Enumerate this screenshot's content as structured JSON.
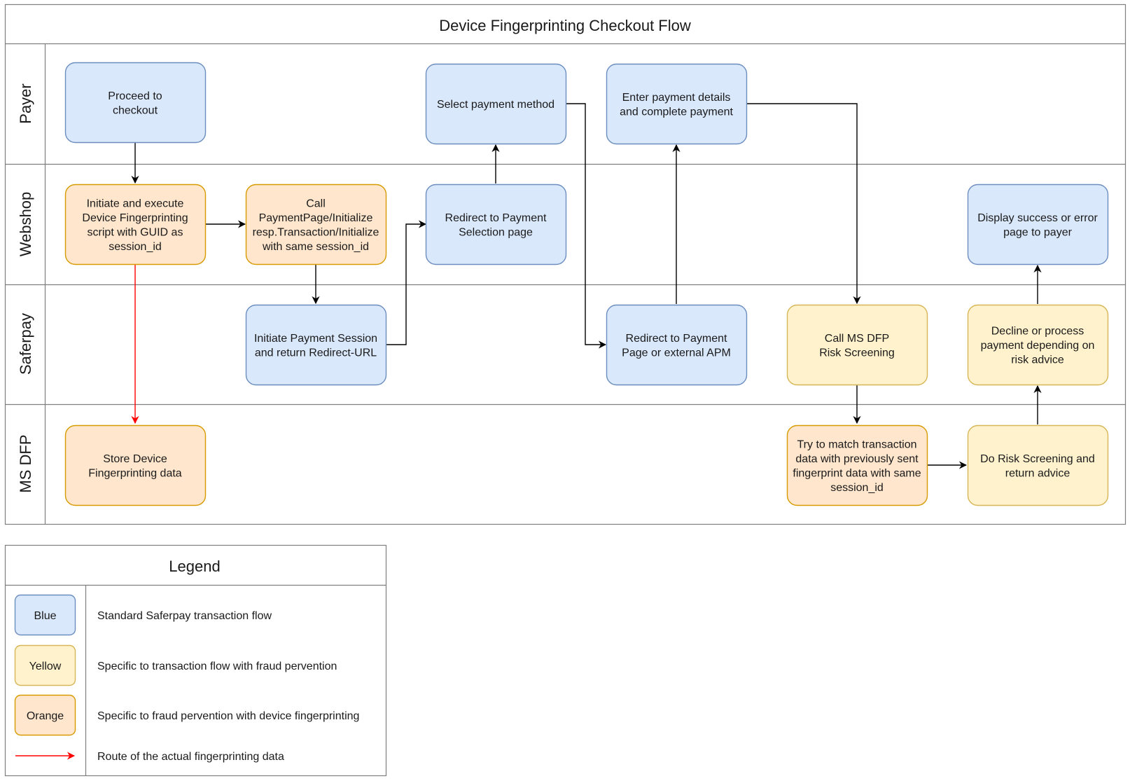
{
  "diagram": {
    "title": "Device Fingerprinting Checkout Flow",
    "lanes": [
      {
        "id": "payer",
        "label": "Payer"
      },
      {
        "id": "webshop",
        "label": "Webshop"
      },
      {
        "id": "saferpay",
        "label": "Saferpay"
      },
      {
        "id": "msdfp",
        "label": "MS DFP"
      }
    ],
    "nodes": [
      {
        "id": "proceed",
        "color": "blue",
        "lines": [
          "Proceed to",
          "checkout"
        ]
      },
      {
        "id": "select_method",
        "color": "blue",
        "lines": [
          "Select payment method"
        ]
      },
      {
        "id": "enter_details",
        "color": "blue",
        "lines": [
          "Enter payment details",
          "and complete payment"
        ]
      },
      {
        "id": "init_dfp",
        "color": "orange",
        "lines": [
          "Initiate and execute",
          "Device Fingerprinting",
          "script with GUID as",
          "session_id"
        ]
      },
      {
        "id": "call_pp",
        "color": "orange",
        "lines": [
          "Call",
          "PaymentPage/Initialize",
          "resp.Transaction/Initialize",
          "with same session_id"
        ]
      },
      {
        "id": "redirect_selection",
        "color": "blue",
        "lines": [
          "Redirect to Payment",
          "Selection page"
        ]
      },
      {
        "id": "display_result",
        "color": "blue",
        "lines": [
          "Display success or error",
          "page to payer"
        ]
      },
      {
        "id": "init_session",
        "color": "blue",
        "lines": [
          "Initiate Payment Session",
          "and return Redirect-URL"
        ]
      },
      {
        "id": "redirect_apm",
        "color": "blue",
        "lines": [
          "Redirect to Payment",
          "Page or external APM"
        ]
      },
      {
        "id": "call_msdfp",
        "color": "yellow",
        "lines": [
          "Call MS DFP",
          "Risk Screening"
        ]
      },
      {
        "id": "decline_process",
        "color": "yellow",
        "lines": [
          "Decline or process",
          "payment depending on",
          "risk advice"
        ]
      },
      {
        "id": "store_dfp",
        "color": "orange",
        "lines": [
          "Store Device",
          "Fingerprinting data"
        ]
      },
      {
        "id": "match_tx",
        "color": "orange",
        "lines": [
          "Try to match transaction",
          "data with previously sent",
          "fingerprint data with same",
          "session_id"
        ]
      },
      {
        "id": "risk_screening",
        "color": "yellow",
        "lines": [
          "Do Risk Screening and",
          "return advice"
        ]
      }
    ],
    "edges": [
      {
        "from": "proceed",
        "to": "init_dfp",
        "color": "black"
      },
      {
        "from": "init_dfp",
        "to": "call_pp",
        "color": "black"
      },
      {
        "from": "init_dfp",
        "to": "store_dfp",
        "color": "red"
      },
      {
        "from": "call_pp",
        "to": "init_session",
        "color": "black"
      },
      {
        "from": "init_session",
        "to": "redirect_selection",
        "color": "black"
      },
      {
        "from": "redirect_selection",
        "to": "select_method",
        "color": "black"
      },
      {
        "from": "select_method",
        "to": "redirect_apm",
        "color": "black"
      },
      {
        "from": "redirect_apm",
        "to": "enter_details",
        "color": "black"
      },
      {
        "from": "enter_details",
        "to": "call_msdfp",
        "color": "black"
      },
      {
        "from": "call_msdfp",
        "to": "match_tx",
        "color": "black"
      },
      {
        "from": "match_tx",
        "to": "risk_screening",
        "color": "black"
      },
      {
        "from": "risk_screening",
        "to": "decline_process",
        "color": "black"
      },
      {
        "from": "decline_process",
        "to": "display_result",
        "color": "black"
      }
    ]
  },
  "legend": {
    "title": "Legend",
    "items": [
      {
        "swatch": "Blue",
        "color": "blue",
        "description": "Standard Saferpay transaction flow"
      },
      {
        "swatch": "Yellow",
        "color": "yellow",
        "description": "Specific to transaction flow with fraud pervention"
      },
      {
        "swatch": "Orange",
        "color": "orange",
        "description": "Specific to fraud pervention with device fingerprinting"
      },
      {
        "swatch": "",
        "color": "red-arrow",
        "description": "Route of the actual fingerprinting data"
      }
    ]
  },
  "palette": {
    "blue": {
      "fill": "#dae8fc",
      "stroke": "#6c8ebf"
    },
    "yellow": {
      "fill": "#fff2cc",
      "stroke": "#d6b656"
    },
    "orange": {
      "fill": "#ffe6cc",
      "stroke": "#d79b00"
    },
    "red": "#ff0000",
    "line": "#000000",
    "frame": "#7f7f7f"
  }
}
